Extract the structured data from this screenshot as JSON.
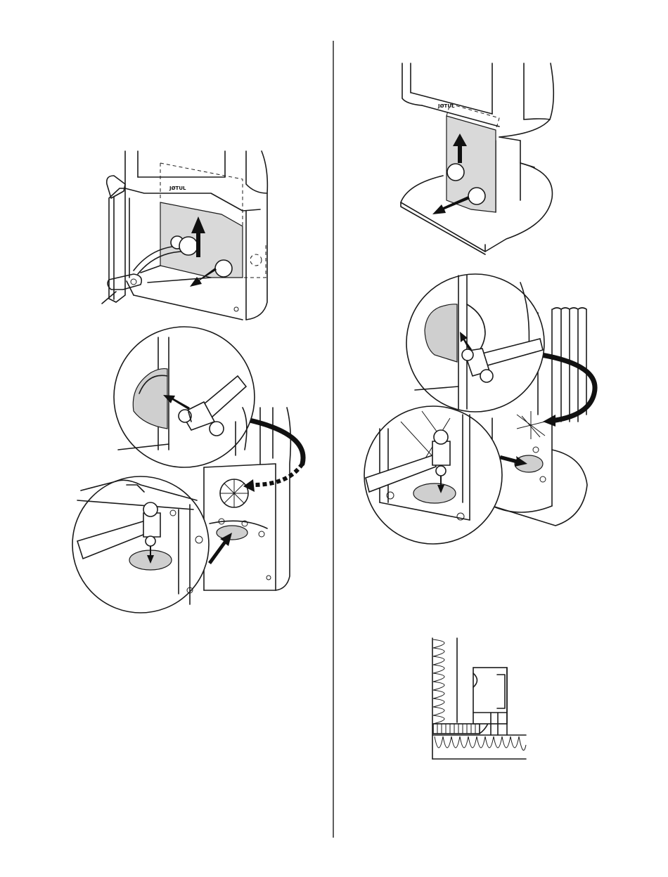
{
  "page": {
    "layout": "two-column",
    "divider": true
  },
  "figures": [
    {
      "id": "panel-removal-open-door",
      "callouts": 2
    },
    {
      "id": "knockout-hammer-open-door",
      "callouts": 0
    },
    {
      "id": "panel-removal-pedestal",
      "callouts": 2
    },
    {
      "id": "knockout-hammer-pedestal",
      "callouts": 0
    },
    {
      "id": "installation-section-wall-floor",
      "callouts": 0
    }
  ],
  "brand_mark": {
    "text": "JØTUL"
  },
  "colors": {
    "line": "#1a1a1a",
    "panel_fill": "#d9d9d9",
    "arrow": "#111111"
  }
}
